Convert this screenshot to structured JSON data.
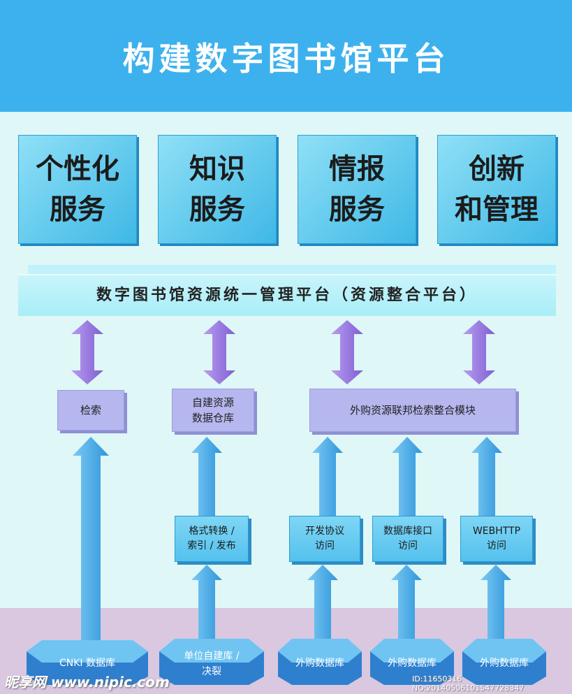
{
  "header": {
    "title": "构建数字图书馆平台"
  },
  "services": [
    {
      "line1": "个性化",
      "line2": "服务"
    },
    {
      "line1": "知识",
      "line2": "服务"
    },
    {
      "line1": "情报",
      "line2": "服务"
    },
    {
      "line1": "创新",
      "line2": "和管理"
    }
  ],
  "platform": {
    "label": "数字图书馆资源统一管理平台（资源整合平台）"
  },
  "modules": {
    "search": "检索",
    "self_db_line1": "自建资源",
    "self_db_line2": "数据仓库",
    "federated": "外购资源联邦检索整合模块"
  },
  "steps": {
    "convert_line1": "格式转换 /",
    "convert_line2": "索引 / 发布",
    "protocol_line1": "开发协议",
    "protocol_line2": "访问",
    "dbif_line1": "数据库接口",
    "dbif_line2": "访问",
    "web_line1": "WEBHTTP",
    "web_line2": "访问"
  },
  "databases": {
    "cnki": "CNKI 数据库",
    "unit_line1": "单位自建库 /",
    "unit_line2": "决裂",
    "ext1": "外购数据库",
    "ext2": "外购数据库",
    "ext3": "外购数据库"
  },
  "watermark": {
    "left": "昵享网 www.nipic.com",
    "right": "ID:11650316 NO:20140506101547728347"
  },
  "colors": {
    "header_bg": "#3db1ee",
    "arrow_blue": "#4aaee8",
    "arrow_purple": "#9b7fe0",
    "module_purple": "#b6b7ee",
    "db_blue": "#2f7fcf"
  }
}
